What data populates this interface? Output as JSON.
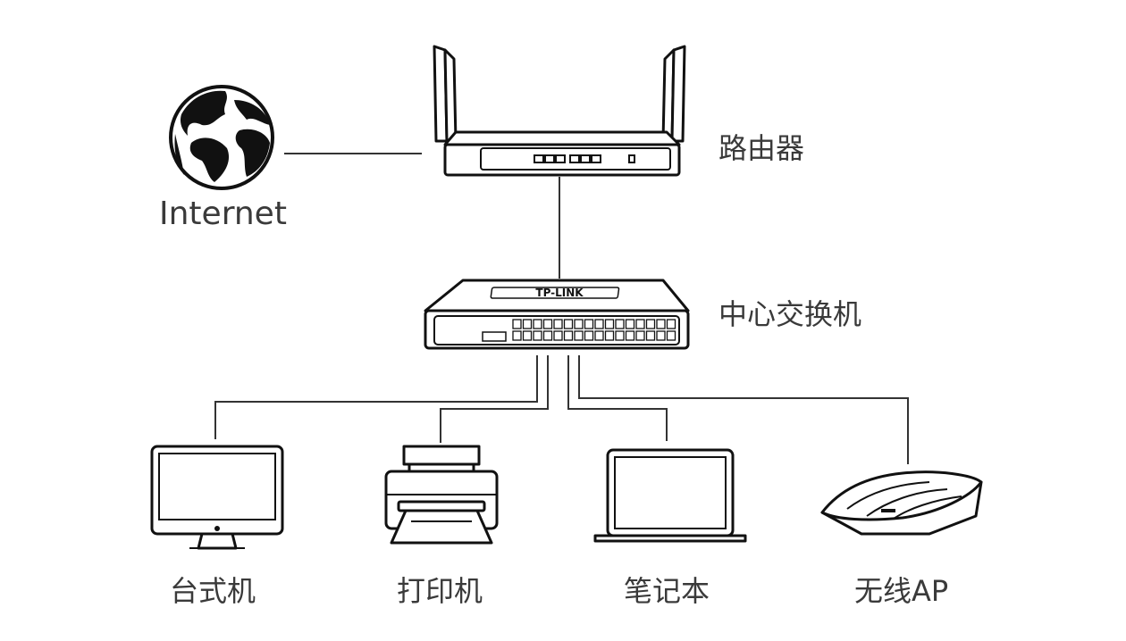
{
  "nodes": {
    "internet": {
      "label": "Internet",
      "icon": "globe-icon"
    },
    "router": {
      "label": "路由器",
      "icon": "router-icon"
    },
    "switch": {
      "label": "中心交换机",
      "icon": "switch-icon",
      "brand": "TP-LINK"
    },
    "desktop": {
      "label": "台式机",
      "icon": "desktop-monitor-icon"
    },
    "printer": {
      "label": "打印机",
      "icon": "printer-icon"
    },
    "laptop": {
      "label": "笔记本",
      "icon": "laptop-icon"
    },
    "ap": {
      "label": "无线AP",
      "icon": "ceiling-access-point-icon"
    }
  },
  "links": [
    {
      "from": "internet",
      "to": "router"
    },
    {
      "from": "router",
      "to": "switch"
    },
    {
      "from": "switch",
      "to": "desktop"
    },
    {
      "from": "switch",
      "to": "printer"
    },
    {
      "from": "switch",
      "to": "laptop"
    },
    {
      "from": "switch",
      "to": "ap"
    }
  ],
  "colors": {
    "stroke": "#111111",
    "line": "#333333",
    "text": "#3a3a3a",
    "background": "#ffffff"
  }
}
